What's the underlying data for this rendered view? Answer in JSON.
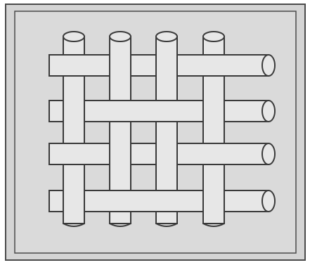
{
  "figure": {
    "description_visible_text": "",
    "vertical_rods": 4,
    "horizontal_rods": 4,
    "weave_pattern": "over-under",
    "colors": {
      "page_bg": "#ffffff",
      "panel_bg": "#d4d4d4",
      "rod_fill": "#e7e7e7",
      "rod_stroke": "#3a3a3a",
      "border": "#4a4a4a"
    }
  }
}
